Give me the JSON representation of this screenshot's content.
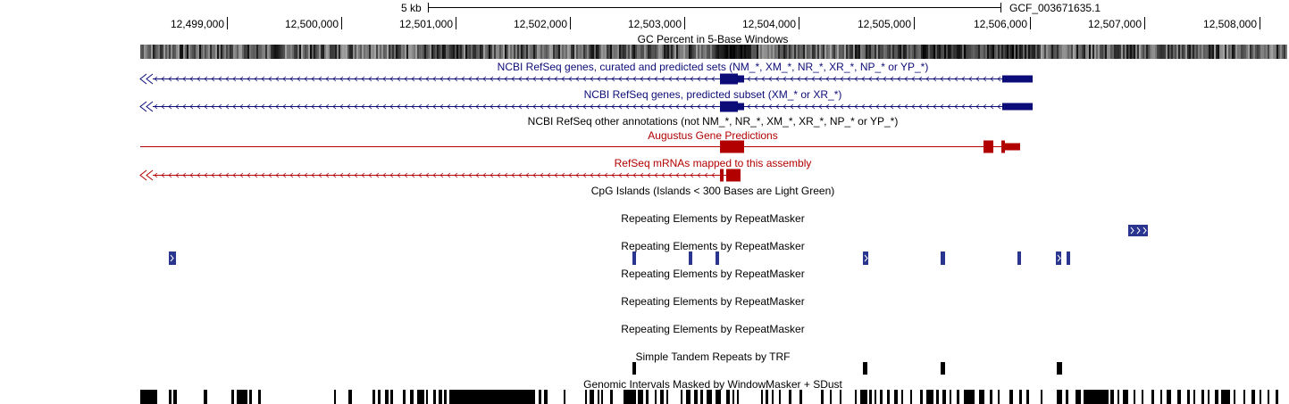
{
  "ruler": {
    "scale_label": "5 kb",
    "assembly": "GCF_003671635.1",
    "ticks": [
      "12,499,000",
      "12,500,000",
      "12,501,000",
      "12,502,000",
      "12,503,000",
      "12,504,000",
      "12,505,000",
      "12,506,000",
      "12,507,000",
      "12,508,000"
    ]
  },
  "tracks": {
    "gc_percent": "GC Percent in 5-Base Windows",
    "refseq_curated": "NCBI RefSeq genes, curated and predicted sets (NM_*, XM_*, NR_*, XR_*, NP_* or YP_*)",
    "refseq_predicted": "NCBI RefSeq genes, predicted subset (XM_* or XR_*)",
    "refseq_other": "NCBI RefSeq other annotations (not NM_*, NR_*, XM_*, XR_*, NP_* or YP_*)",
    "augustus": "Augustus Gene Predictions",
    "refseq_mrna": "RefSeq mRNAs mapped to this assembly",
    "cpg": "CpG Islands (Islands < 300 Bases are Light Green)",
    "repeat_1": "Repeating Elements by RepeatMasker",
    "repeat_2": "Repeating Elements by RepeatMasker",
    "repeat_3": "Repeating Elements by RepeatMasker",
    "repeat_4": "Repeating Elements by RepeatMasker",
    "repeat_5": "Repeating Elements by RepeatMasker",
    "trf": "Simple Tandem Repeats by TRF",
    "windowmasker": "Genomic Intervals Masked by WindowMasker + SDust"
  },
  "colors": {
    "gene_blue": "#0c0c78",
    "augustus_red": "#b20000",
    "repeat_blue": "#2a3590",
    "black": "#000000"
  }
}
